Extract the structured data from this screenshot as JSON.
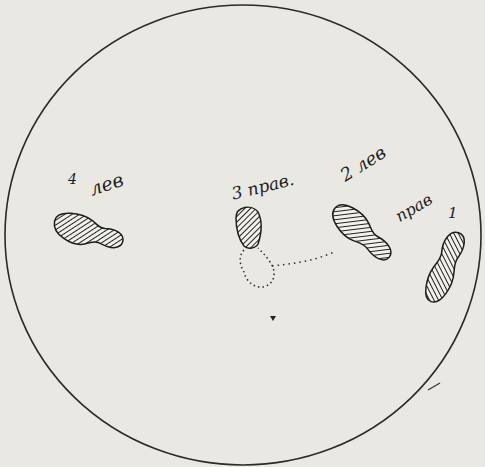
{
  "diagram": {
    "labels": [
      "4",
      "лев",
      "3 прав.",
      "2 лев",
      "прав",
      "1"
    ]
  }
}
